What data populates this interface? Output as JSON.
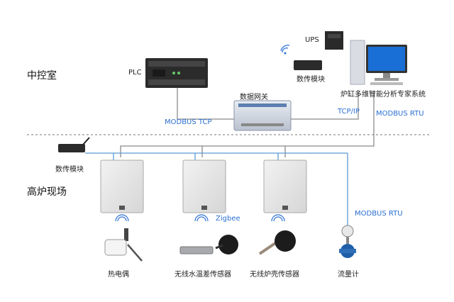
{
  "zones": {
    "control_room": "中控室",
    "field": "高炉现场"
  },
  "devices": {
    "plc": "PLC",
    "ups": "UPS",
    "dtu_top": "数传模块",
    "system": "炉缸多维智能分析专家系统",
    "gateway": "数据网关",
    "dtu_left": "数传模块",
    "thermocouple": "热电偶",
    "water_sensor": "无线水温差传感器",
    "shell_sensor": "无线炉壳传感器",
    "flowmeter": "流量计"
  },
  "links": {
    "modbus_tcp": "MODBUS TCP",
    "tcp_ip": "TCP/IP",
    "modbus_rtu_top": "MODBUS RTU",
    "zigbee": "Zigbee",
    "modbus_rtu_field": "MODBUS RTU"
  },
  "colors": {
    "line_blue": "#5b9bd5",
    "line_gray": "#8a8a8a",
    "text_blue": "#2a6fd0"
  }
}
